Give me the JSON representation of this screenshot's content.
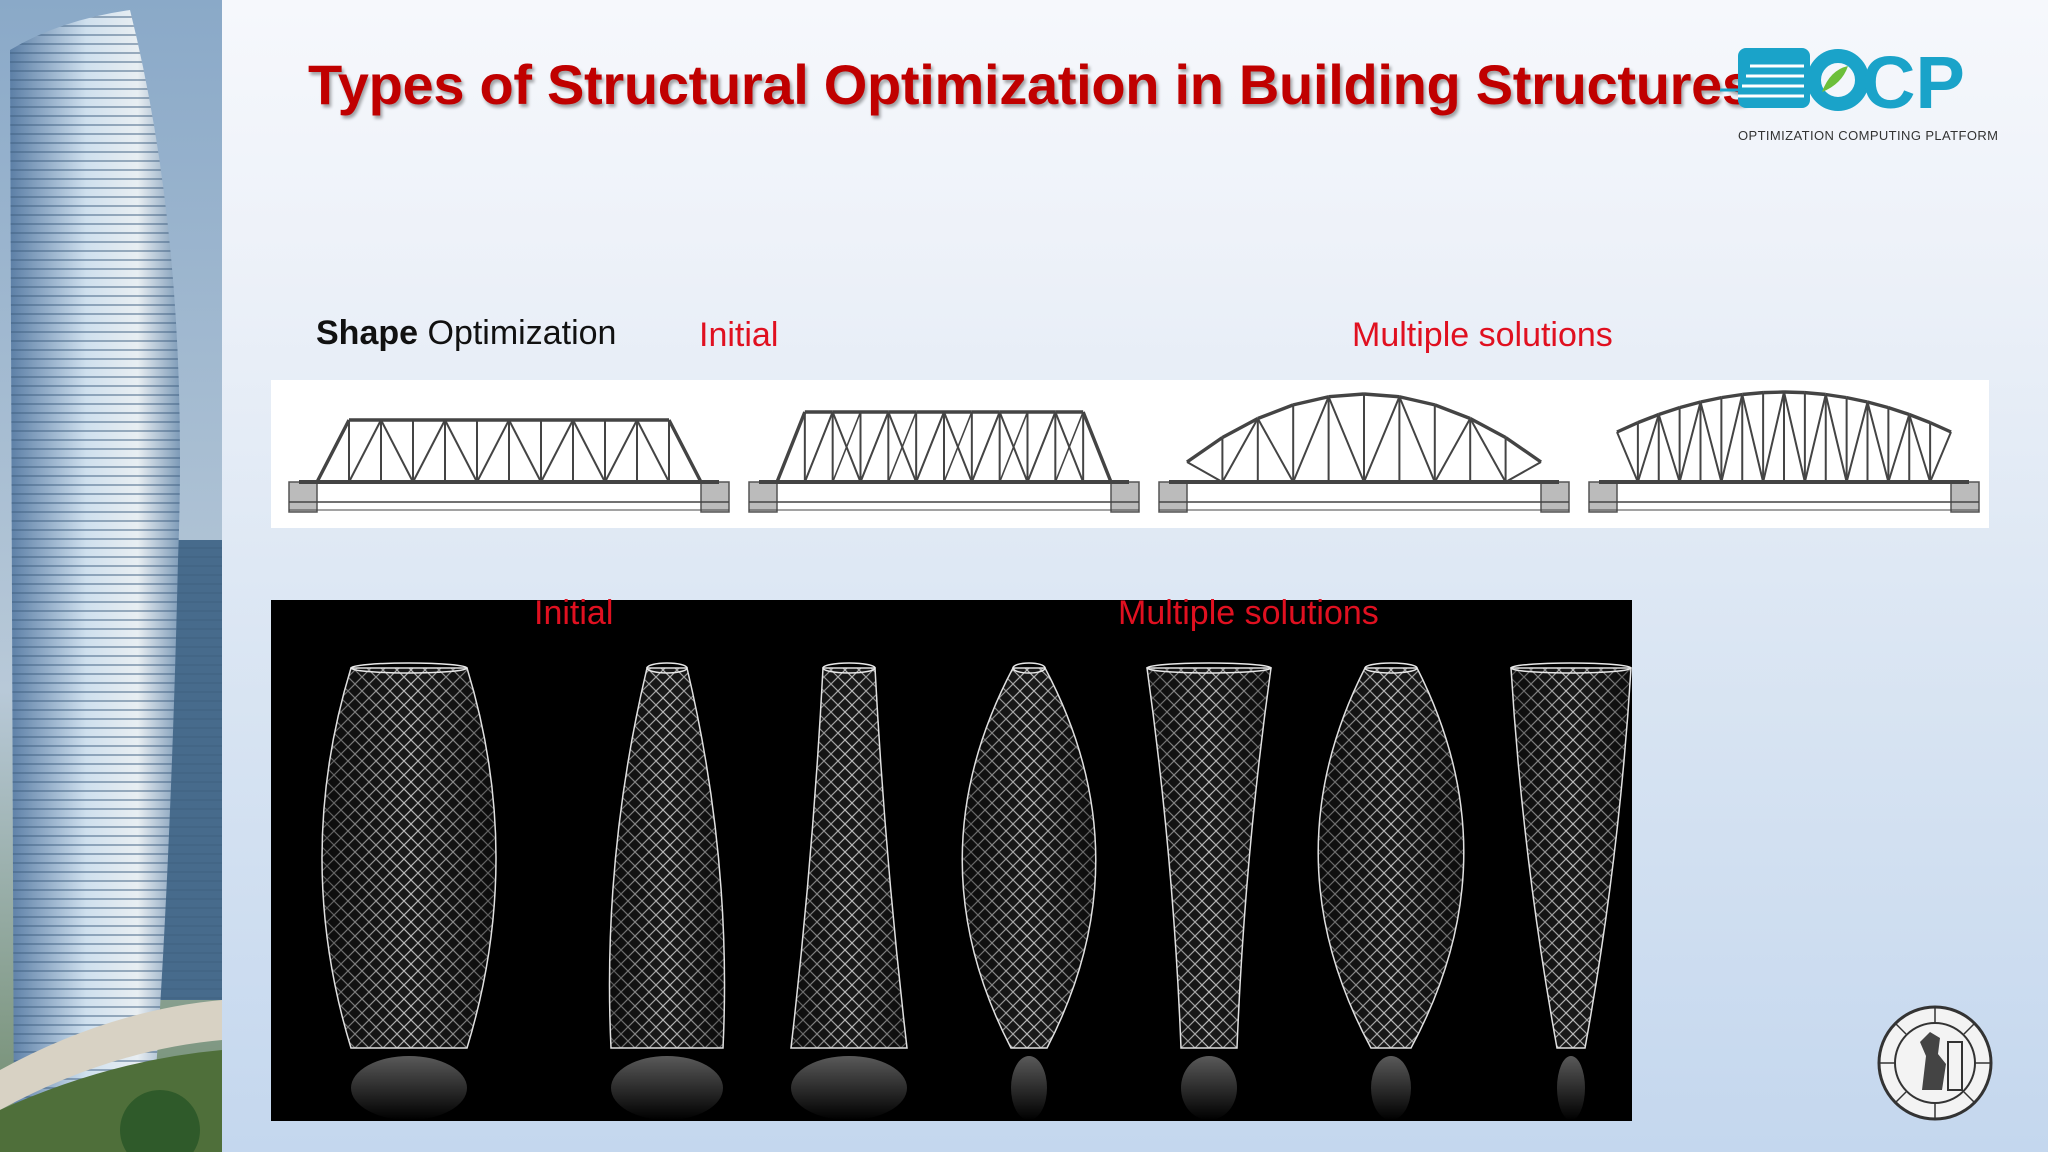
{
  "slide": {
    "title": "Types of Structural Optimization in Building Structures",
    "logo": {
      "text": "OCP",
      "caption": "OPTIMIZATION COMPUTING PLATFORM",
      "color": "#1aa3c9"
    },
    "shape_label_bold": "Shape",
    "shape_label_rest": " Optimization",
    "bridges": {
      "initial_label": "Initial",
      "solutions_label": "Multiple solutions"
    },
    "towers": {
      "initial_label": "Initial",
      "solutions_label": "Multiple solutions"
    },
    "accent_color": "#c00000",
    "label_color": "#e01020"
  }
}
